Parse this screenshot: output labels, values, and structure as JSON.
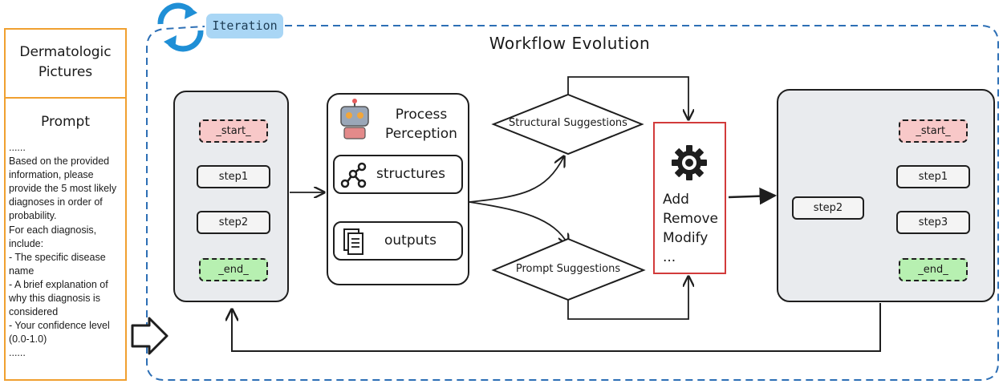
{
  "left_panel": {
    "title": "Dermatologic\nPictures",
    "prompt_heading": "Prompt",
    "prompt_text": "......\nBased on the provided information, please provide the 5 most likely diagnoses in order of probability.\nFor each diagnosis, include:\n- The specific disease name\n- A brief explanation of why this diagnosis is considered\n- Your confidence level (0.0-1.0)\n......"
  },
  "iteration_label": "Iteration",
  "title": "Workflow Evolution",
  "initial_workflow": {
    "nodes": [
      "_start_",
      "step1",
      "step2",
      "_end_"
    ]
  },
  "process_perception": {
    "title": "Process\nPerception",
    "items": [
      "structures",
      "outputs"
    ]
  },
  "suggestions": {
    "structural": "Structural Suggestions",
    "prompt": "Prompt Suggestions"
  },
  "actions": [
    "Add",
    "Remove",
    "Modify",
    "..."
  ],
  "evolved_workflow": {
    "nodes": [
      "_start_",
      "step1",
      "step2",
      "step3",
      "_end_"
    ]
  },
  "colors": {
    "orange": "#f0a030",
    "dashed_border": "#2d6fb5",
    "iteration_blue": "#1f8fd6",
    "start_node": "#f8c8c8",
    "end_node": "#b7f0b1",
    "action_border": "#d23b3b"
  }
}
